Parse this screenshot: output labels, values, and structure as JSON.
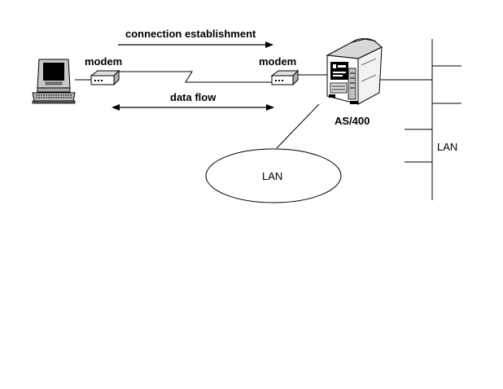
{
  "labels": {
    "connection": "connection establishment",
    "modem_left": "modem",
    "modem_right": "modem",
    "data_flow": "data flow",
    "as400": "AS/400",
    "lan_ellipse": "LAN",
    "lan_bus": "LAN"
  },
  "colors": {
    "line": "#000000",
    "background": "#ffffff"
  },
  "icons": {
    "terminal": "computer-terminal-icon",
    "modem": "modem-icon",
    "server": "as400-server-icon"
  }
}
